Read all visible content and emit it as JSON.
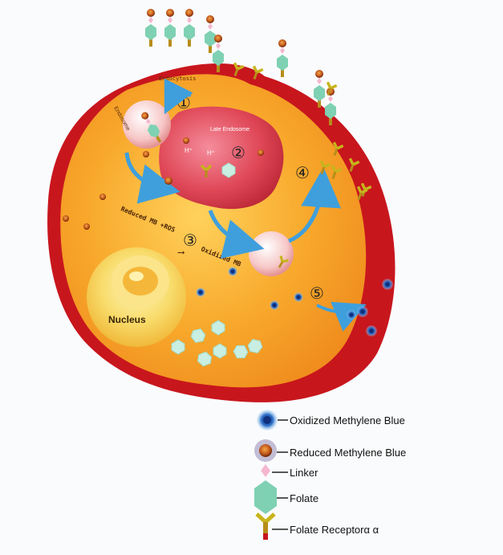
{
  "labels": {
    "endocytosis": "Endocytosis",
    "endosome": "Endosome",
    "late_endosome": "Late Endosome",
    "h_plus": "H⁺",
    "reaction_left": "Reduced MB +ROS",
    "reaction_arrow": "⟶",
    "reaction_right": "Oxidized MB",
    "nucleus": "Nucleus"
  },
  "steps": [
    "①",
    "②",
    "③",
    "④",
    "⑤"
  ],
  "legend": [
    {
      "icon": "oxidized-methylene-blue-icon",
      "label": "Oxidized Methylene Blue"
    },
    {
      "icon": "reduced-methylene-blue-icon",
      "label": "Reduced Methylene Blue"
    },
    {
      "icon": "linker-icon",
      "label": "Linker"
    },
    {
      "icon": "folate-icon",
      "label": "Folate"
    },
    {
      "icon": "folate-receptor-icon",
      "label": "Folate Receptorα α"
    }
  ],
  "colors": {
    "membrane": "#c8161d",
    "cytoplasm": "#f59a24",
    "late_endosome": "#d83a4b",
    "nucleus": "#f6d25a",
    "folate": "#7fd1b3",
    "receptor": "#c8b41c",
    "arrow": "#4aa7dd",
    "oxidized_mb": "#1b4fa0",
    "reduced_mb": "#c44a12"
  }
}
